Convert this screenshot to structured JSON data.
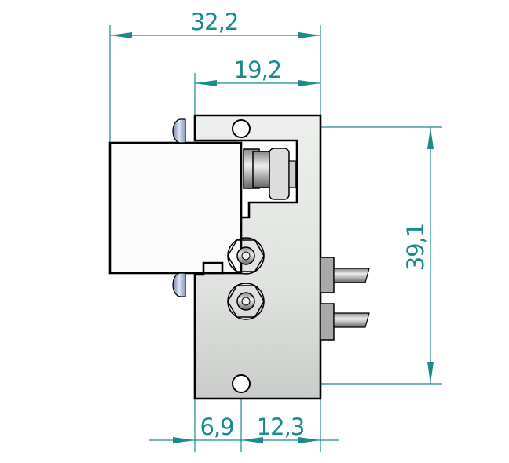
{
  "drawing": {
    "dimensions": {
      "overall_width": "32,2",
      "plate_width": "19,2",
      "hole_spacing": "39,1",
      "hole_offset_left": "6,9",
      "hole_offset_right": "12,3"
    },
    "colors": {
      "dimension": "#1a8a8a",
      "outline": "#000000",
      "plate": "#e4e6e4"
    }
  }
}
